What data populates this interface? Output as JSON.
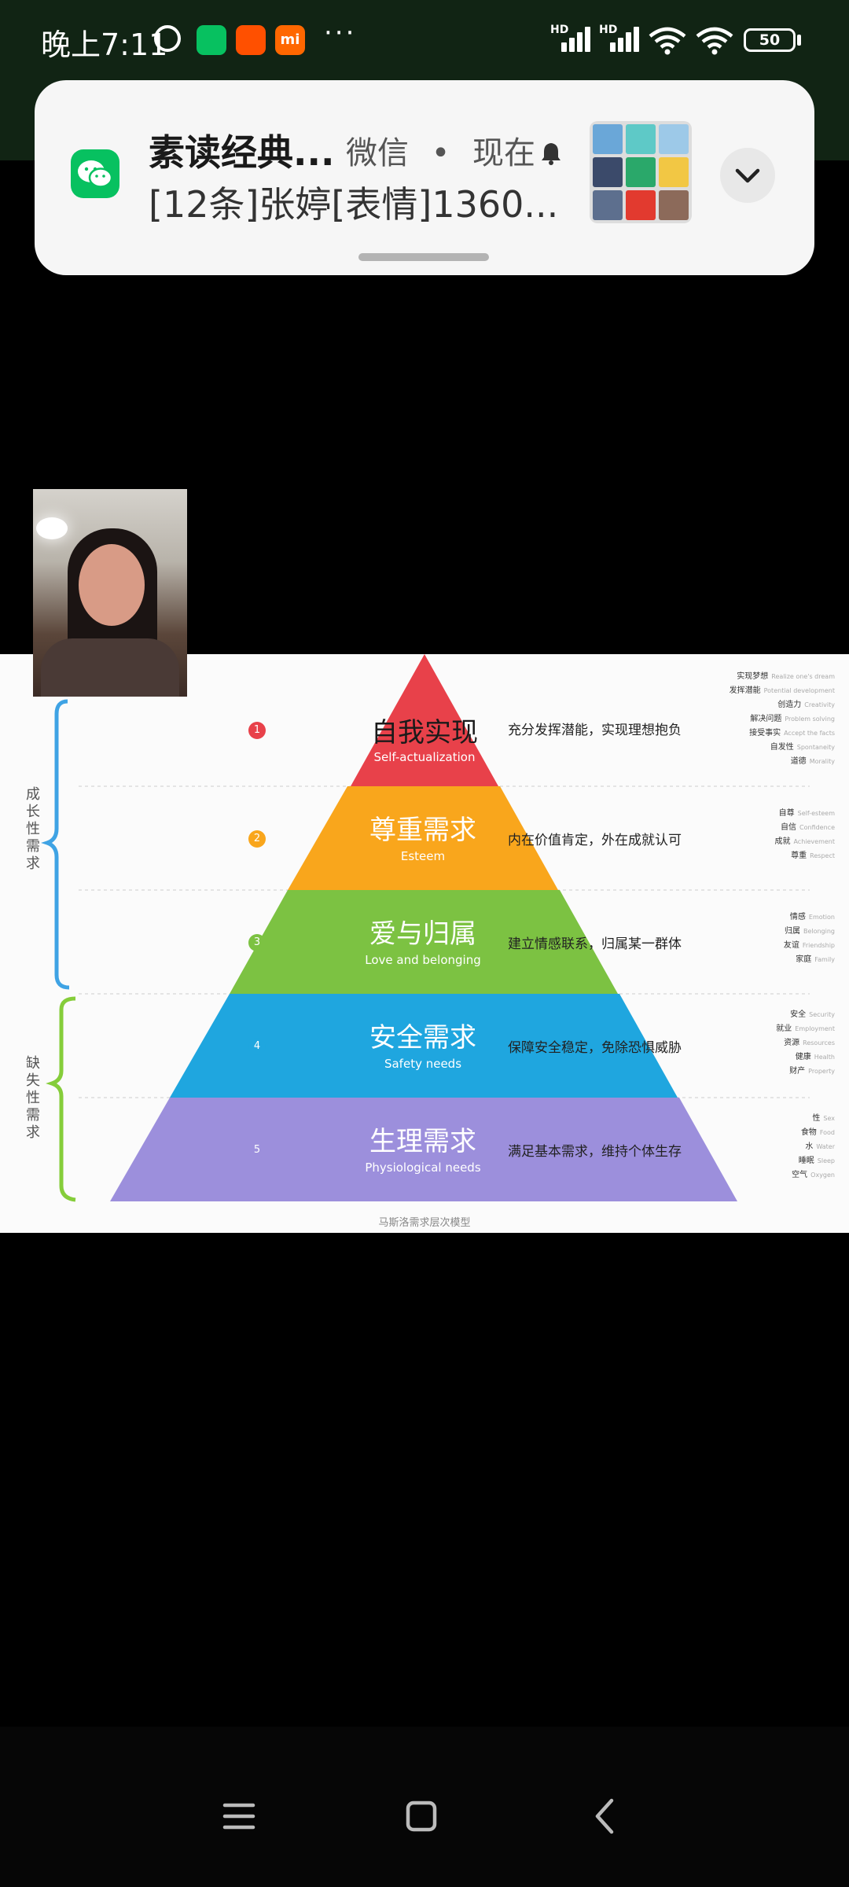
{
  "status_bar": {
    "time": "晚上7:11",
    "mi_label": "mi",
    "more": "···",
    "hd1": "HD",
    "hd2": "HD",
    "battery": "50"
  },
  "notification": {
    "title": "素读经典...",
    "app": "微信",
    "separator": "•",
    "when": "现在",
    "body": "[12条]张婷[表情]1360..."
  },
  "slide": {
    "levels": [
      {
        "num": "1",
        "title": "自我实现",
        "subtitle": "Self-actualization",
        "desc": "充分发挥潜能，实现理想抱负",
        "color": "#e8414a",
        "tags": [
          [
            "实现梦想",
            "Realize one's dream"
          ],
          [
            "发挥潜能",
            "Potential development"
          ],
          [
            "创造力",
            "Creativity"
          ],
          [
            "解决问题",
            "Problem solving"
          ],
          [
            "接受事实",
            "Accept the facts"
          ],
          [
            "自发性",
            "Spontaneity"
          ],
          [
            "道德",
            "Morality"
          ]
        ]
      },
      {
        "num": "2",
        "title": "尊重需求",
        "subtitle": "Esteem",
        "desc": "内在价值肯定，外在成就认可",
        "color": "#f9a61c",
        "tags": [
          [
            "自尊",
            "Self-esteem"
          ],
          [
            "自信",
            "Confidence"
          ],
          [
            "成就",
            "Achievement"
          ],
          [
            "尊重",
            "Respect"
          ]
        ]
      },
      {
        "num": "3",
        "title": "爱与归属",
        "subtitle": "Love and belonging",
        "desc": "建立情感联系，归属某一群体",
        "color": "#7cc242",
        "tags": [
          [
            "情感",
            "Emotion"
          ],
          [
            "归属",
            "Belonging"
          ],
          [
            "友谊",
            "Friendship"
          ],
          [
            "家庭",
            "Family"
          ]
        ]
      },
      {
        "num": "4",
        "title": "安全需求",
        "subtitle": "Safety needs",
        "desc": "保障安全稳定，免除恐惧威胁",
        "color": "#1fa6df",
        "tags": [
          [
            "安全",
            "Security"
          ],
          [
            "就业",
            "Employment"
          ],
          [
            "资源",
            "Resources"
          ],
          [
            "健康",
            "Health"
          ],
          [
            "财产",
            "Property"
          ]
        ]
      },
      {
        "num": "5",
        "title": "生理需求",
        "subtitle": "Physiological needs",
        "desc": "满足基本需求，维持个体生存",
        "color": "#9c8fdc",
        "tags": [
          [
            "性",
            "Sex"
          ],
          [
            "食物",
            "Food"
          ],
          [
            "水",
            "Water"
          ],
          [
            "睡眠",
            "Sleep"
          ],
          [
            "空气",
            "Oxygen"
          ]
        ]
      }
    ],
    "growth_label": "成长性需求",
    "deficit_label": "缺失性需求",
    "caption": "马斯洛需求层次模型"
  }
}
